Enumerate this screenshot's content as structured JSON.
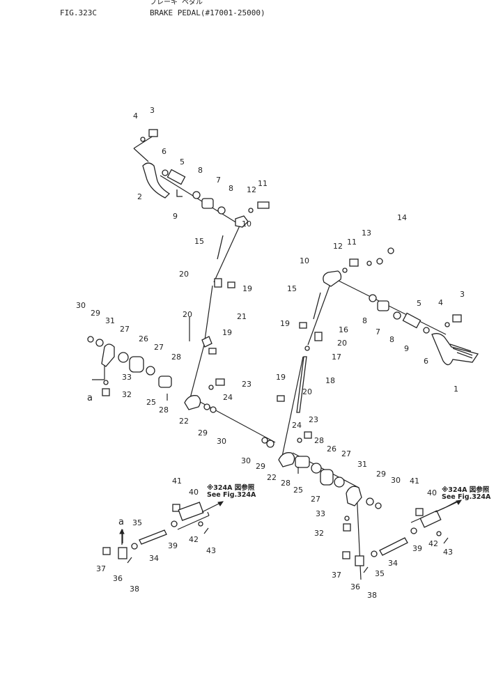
{
  "header": {
    "fig_no": "FIG.323C",
    "title_jp": "ブレーキ ペダル",
    "title": "BRAKE PEDAL(#17001-25000)"
  },
  "references": {
    "ref_jp": "※324A 図参照",
    "ref_en": "See  Fig.324A"
  },
  "marks": {
    "a": "a"
  },
  "part_labels": [
    "1",
    "2",
    "3",
    "4",
    "5",
    "6",
    "7",
    "8",
    "9",
    "10",
    "11",
    "12",
    "13",
    "14",
    "15",
    "16",
    "17",
    "18",
    "19",
    "20",
    "21",
    "22",
    "23",
    "24",
    "25",
    "26",
    "27",
    "28",
    "29",
    "30",
    "31",
    "32",
    "33",
    "34",
    "35",
    "36",
    "37",
    "38",
    "39",
    "40",
    "41",
    "42",
    "43"
  ]
}
